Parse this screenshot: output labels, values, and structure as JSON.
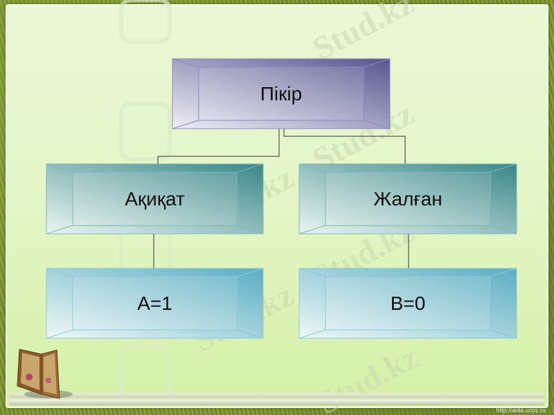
{
  "diagram": {
    "root": {
      "label": "Пікір",
      "color_dark": "#5a5a96",
      "color_light": "#e6e6f2"
    },
    "branches": [
      {
        "label": "Ақиқат",
        "child": "A=1"
      },
      {
        "label": "Жалған",
        "child": "B=0"
      }
    ],
    "branch_colors": {
      "dark": "#3f8d8f",
      "light": "#e4f2ee"
    },
    "leaf_colors": {
      "dark": "#64b3c6",
      "light": "#e6f3f3"
    },
    "connector_color": "#333333"
  },
  "watermark": "Stud.kz",
  "footer": {
    "url": "http://aida.ucoz.ru"
  }
}
